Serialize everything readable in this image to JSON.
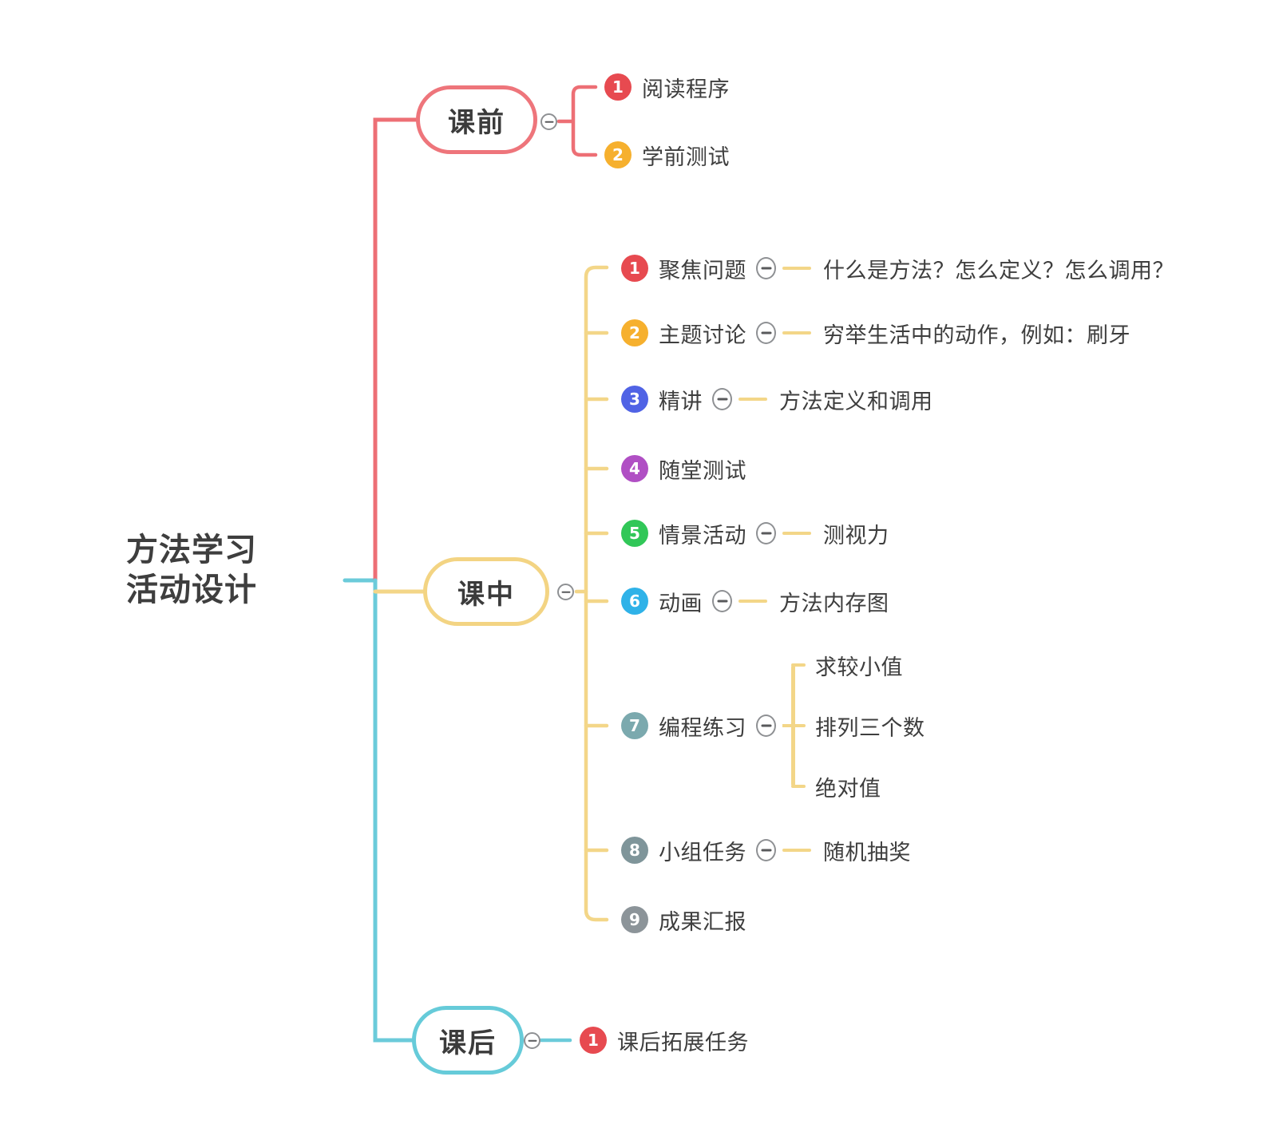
{
  "root": {
    "line1": "方法学习",
    "line2": "活动设计"
  },
  "icons": {
    "collapse": "minus-in-circle"
  },
  "colors": {
    "pre_branch": "#ed6f75",
    "mid_branch": "#f3d688",
    "post_branch": "#6bcbda",
    "topic_text": "#3e3e3e"
  },
  "branches": [
    {
      "label": "课前",
      "color": "#ee757b",
      "children": [
        {
          "num": "1",
          "badge_color": "#e74a50",
          "label": "阅读程序"
        },
        {
          "num": "2",
          "badge_color": "#f6b02e",
          "label": "学前测试"
        }
      ]
    },
    {
      "label": "课中",
      "color": "#f3d483",
      "children": [
        {
          "num": "1",
          "badge_color": "#e74a50",
          "label": "聚焦问题",
          "note": "什么是方法？怎么定义？怎么调用？"
        },
        {
          "num": "2",
          "badge_color": "#f6b02e",
          "label": "主题讨论",
          "note": "穷举生活中的动作，例如：刷牙"
        },
        {
          "num": "3",
          "badge_color": "#5063e5",
          "label": "精讲",
          "note": "方法定义和调用"
        },
        {
          "num": "4",
          "badge_color": "#b04fc4",
          "label": "随堂测试"
        },
        {
          "num": "5",
          "badge_color": "#31c758",
          "label": "情景活动",
          "note": "测视力"
        },
        {
          "num": "6",
          "badge_color": "#2fb2e8",
          "label": "动画",
          "note": "方法内存图"
        },
        {
          "num": "7",
          "badge_color": "#7ba9ae",
          "label": "编程练习",
          "subtopics": [
            "求较小值",
            "排列三个数",
            "绝对值"
          ]
        },
        {
          "num": "8",
          "badge_color": "#7f959a",
          "label": "小组任务",
          "note": "随机抽奖"
        },
        {
          "num": "9",
          "badge_color": "#8c9499",
          "label": "成果汇报"
        }
      ]
    },
    {
      "label": "课后",
      "color": "#66cbd9",
      "children": [
        {
          "num": "1",
          "badge_color": "#e74a50",
          "label": "课后拓展任务"
        }
      ]
    }
  ]
}
